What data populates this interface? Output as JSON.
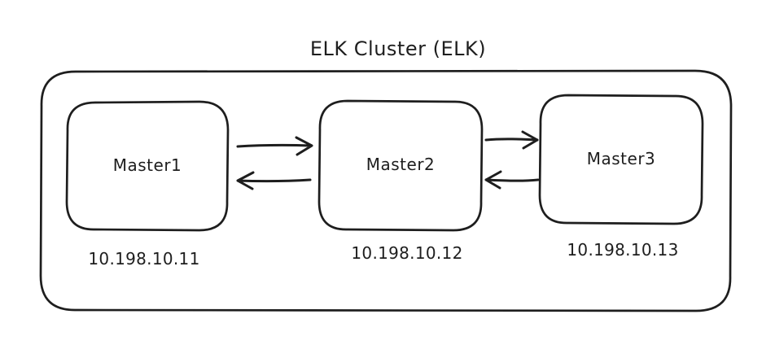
{
  "diagram": {
    "title": "ELK Cluster (ELK)",
    "colors": {
      "stroke": "#1e1e1e",
      "background": "#ffffff"
    },
    "nodes": [
      {
        "id": "master1",
        "label": "Master1",
        "ip": "10.198.10.11"
      },
      {
        "id": "master2",
        "label": "Master2",
        "ip": "10.198.10.12"
      },
      {
        "id": "master3",
        "label": "Master3",
        "ip": "10.198.10.13"
      }
    ],
    "edges": [
      {
        "from": "master1",
        "to": "master2",
        "direction": "right"
      },
      {
        "from": "master2",
        "to": "master1",
        "direction": "left"
      },
      {
        "from": "master2",
        "to": "master3",
        "direction": "right"
      },
      {
        "from": "master3",
        "to": "master2",
        "direction": "left"
      }
    ]
  }
}
